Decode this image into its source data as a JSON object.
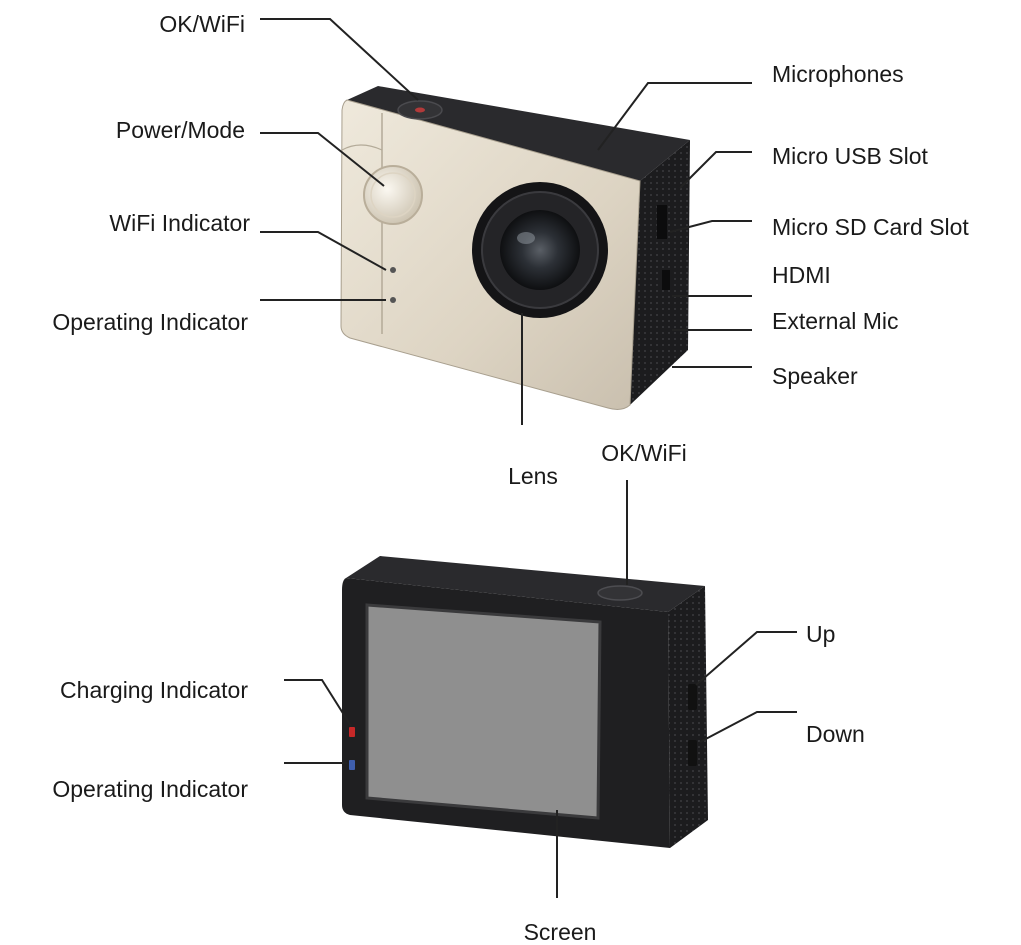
{
  "colors": {
    "text": "#1a1a1a",
    "leader": "#222222",
    "camera_body": "#1f1f21",
    "front_plate": "#e4dccd",
    "screen": "#8f8f8f",
    "charging_led": "#c62828",
    "operating_led": "#3f5fae"
  },
  "front_view": {
    "labels": {
      "ok_wifi": "OK/WiFi",
      "power_mode": "Power/Mode",
      "wifi_indicator": "WiFi Indicator",
      "operating_indicator": "Operating Indicator",
      "lens": "Lens",
      "microphones": "Microphones",
      "micro_usb_slot": "Micro USB Slot",
      "micro_sd_card_slot": "Micro SD Card Slot",
      "hdmi": "HDMI",
      "external_mic": "External Mic",
      "speaker": "Speaker"
    }
  },
  "back_view": {
    "labels": {
      "ok_wifi": "OK/WiFi",
      "charging_indicator": "Charging Indicator",
      "operating_indicator": "Operating Indicator",
      "screen": "Screen",
      "up": "Up",
      "down": "Down"
    }
  }
}
